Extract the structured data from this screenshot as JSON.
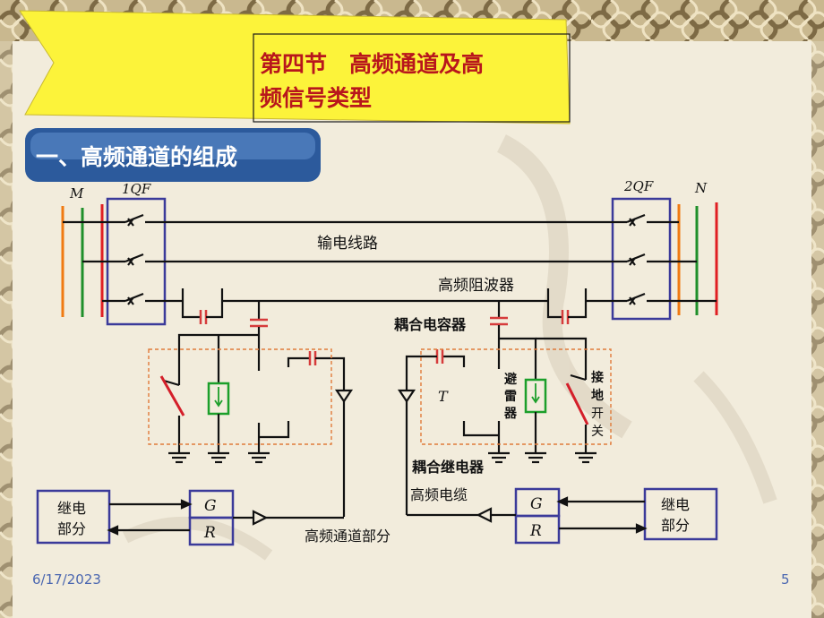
{
  "slide": {
    "title_line1": "第四节　高频通道及高",
    "title_line2": "频信号类型",
    "section_heading": "一、高频通道的组成",
    "date": "6/17/2023",
    "page_number": "5"
  },
  "diagram": {
    "bus_m": "M",
    "bus_n": "N",
    "breaker_1qf": "1QF",
    "breaker_2qf": "2QF",
    "transmission_line": "输电线路",
    "wave_trap": "高频阻波器",
    "coupling_capacitor": "耦合电容器",
    "transformer_t": "T",
    "arrester_chars": [
      "避",
      "雷",
      "器"
    ],
    "grounding_switch_chars": [
      "接",
      "地",
      "开",
      "关"
    ],
    "coupling_relay": "耦合继电器",
    "hf_cable": "高频电缆",
    "channel_part": "高频通道部分",
    "relay_left_line1": "继电",
    "relay_left_line2": "部分",
    "relay_right_line1": "继电",
    "relay_right_line2": "部分",
    "g_label": "G",
    "r_label": "R"
  },
  "colors": {
    "title_banner": "#fcf33a",
    "heading_box": "#2c5a9c",
    "frame_border": "#3b3a9a",
    "bus_orange": "#f07a12",
    "bus_green": "#1f8f2a",
    "bus_red": "#e01e22",
    "filter_green": "#1c9f2a",
    "grounding_red": "#d41f2a",
    "capacitor_red": "#d63b3b",
    "dashed_region": "#e07b3a",
    "footer_text": "#4a66b0"
  }
}
